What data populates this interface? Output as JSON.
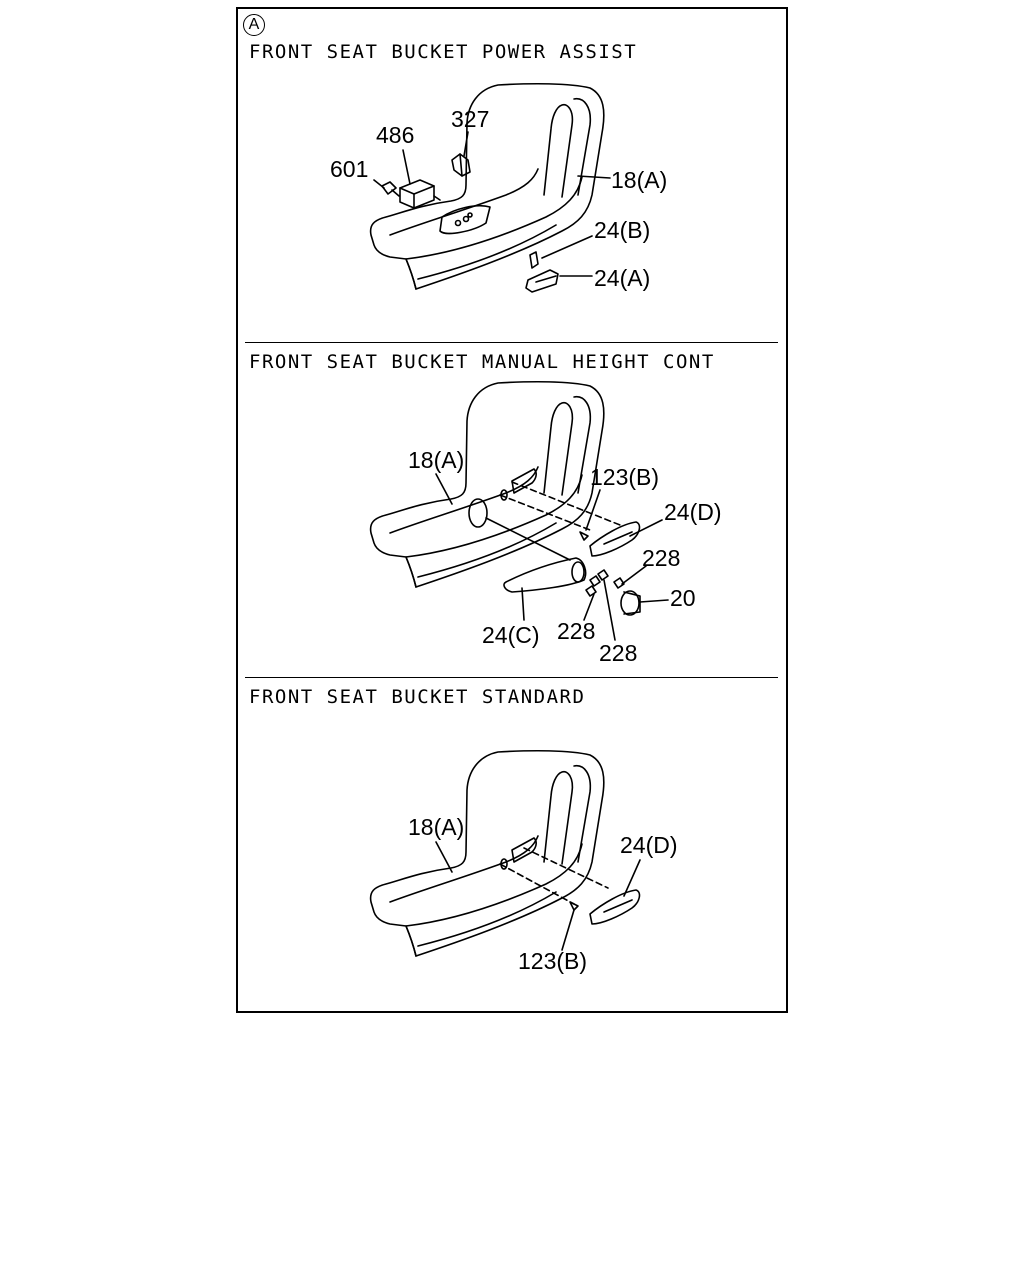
{
  "marker": "A",
  "sections": [
    {
      "title": "FRONT SEAT BUCKET POWER ASSIST",
      "callouts": [
        "601",
        "486",
        "327",
        "18(A)",
        "24(B)",
        "24(A)"
      ]
    },
    {
      "title": "FRONT SEAT BUCKET MANUAL HEIGHT CONT",
      "callouts": [
        "18(A)",
        "123(B)",
        "24(D)",
        "228",
        "20",
        "24(C)",
        "228",
        "228"
      ]
    },
    {
      "title": "FRONT SEAT BUCKET STANDARD",
      "callouts": [
        "18(A)",
        "24(D)",
        "123(B)"
      ]
    }
  ]
}
